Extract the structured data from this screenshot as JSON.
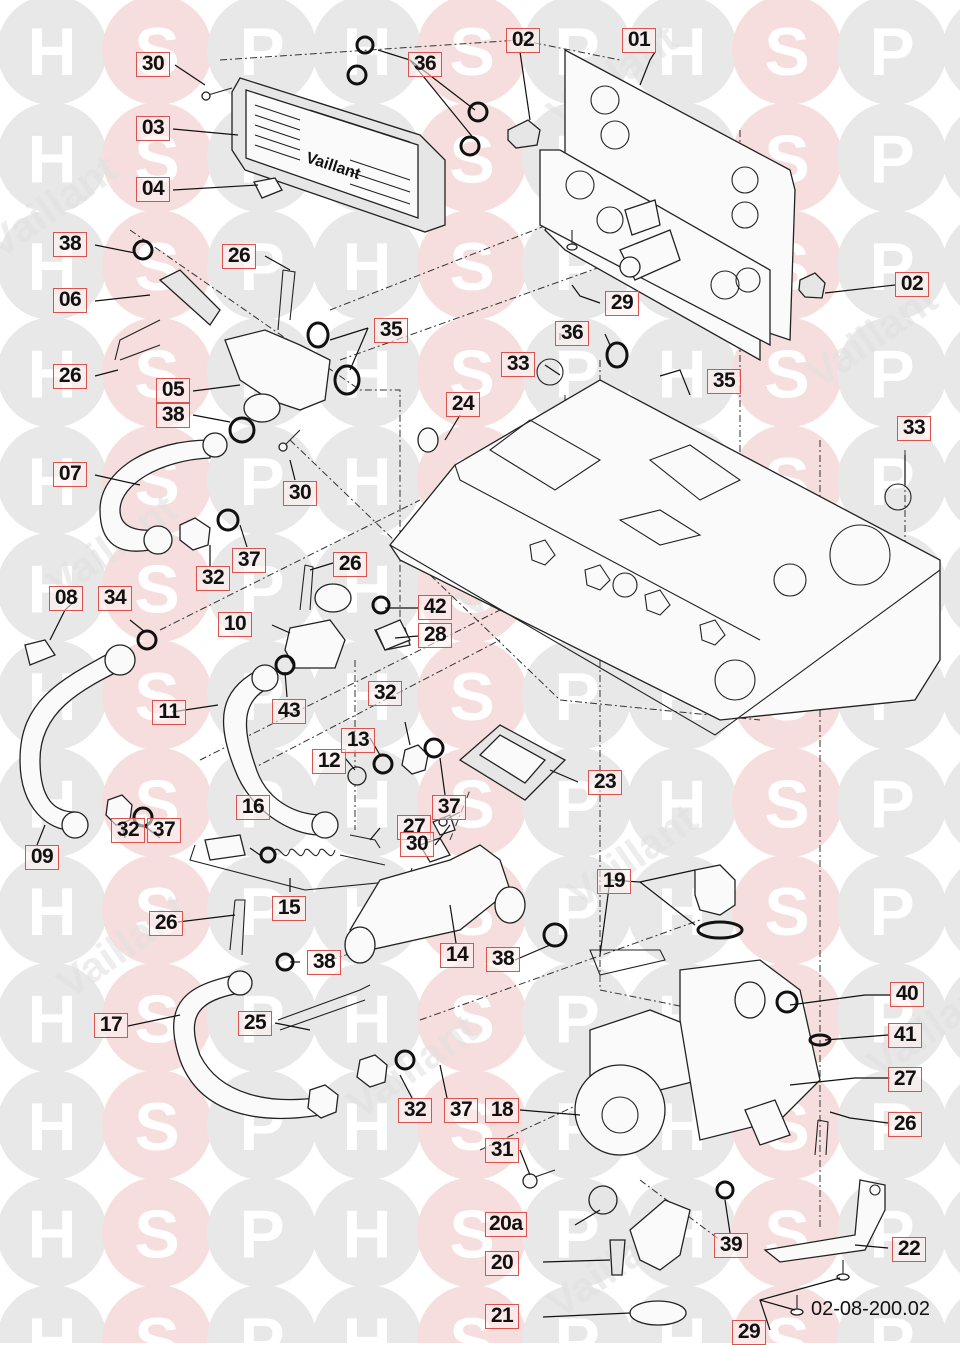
{
  "diagram": {
    "title": "Exploded parts diagram - hydraulic assembly",
    "brand_on_part": "Vaillant",
    "drawing_reference": "02-08-200.02",
    "watermark": {
      "letters": [
        "H",
        "S",
        "P"
      ],
      "brand_text": "Vaillant",
      "colors": {
        "H": "#e8e8e8",
        "S": "#f6dede",
        "P": "#e8e8e8"
      }
    },
    "callout_border_color": "#d9534f",
    "callouts": [
      {
        "id": "c01",
        "label": "01"
      },
      {
        "id": "c02a",
        "label": "02"
      },
      {
        "id": "c02b",
        "label": "02"
      },
      {
        "id": "c03",
        "label": "03"
      },
      {
        "id": "c04",
        "label": "04"
      },
      {
        "id": "c05",
        "label": "05"
      },
      {
        "id": "c06",
        "label": "06"
      },
      {
        "id": "c07",
        "label": "07"
      },
      {
        "id": "c08",
        "label": "08"
      },
      {
        "id": "c09",
        "label": "09"
      },
      {
        "id": "c10",
        "label": "10"
      },
      {
        "id": "c11",
        "label": "11"
      },
      {
        "id": "c12",
        "label": "12"
      },
      {
        "id": "c13",
        "label": "13"
      },
      {
        "id": "c14",
        "label": "14"
      },
      {
        "id": "c15",
        "label": "15"
      },
      {
        "id": "c16",
        "label": "16"
      },
      {
        "id": "c17",
        "label": "17"
      },
      {
        "id": "c18",
        "label": "18"
      },
      {
        "id": "c19",
        "label": "19"
      },
      {
        "id": "c20",
        "label": "20"
      },
      {
        "id": "c20a",
        "label": "20a"
      },
      {
        "id": "c21",
        "label": "21"
      },
      {
        "id": "c22",
        "label": "22"
      },
      {
        "id": "c23",
        "label": "23"
      },
      {
        "id": "c24",
        "label": "24"
      },
      {
        "id": "c25",
        "label": "25"
      },
      {
        "id": "c26a",
        "label": "26"
      },
      {
        "id": "c26b",
        "label": "26"
      },
      {
        "id": "c26c",
        "label": "26"
      },
      {
        "id": "c26d",
        "label": "26"
      },
      {
        "id": "c26e",
        "label": "26"
      },
      {
        "id": "c27a",
        "label": "27"
      },
      {
        "id": "c27b",
        "label": "27"
      },
      {
        "id": "c28",
        "label": "28"
      },
      {
        "id": "c29a",
        "label": "29"
      },
      {
        "id": "c29b",
        "label": "29"
      },
      {
        "id": "c30a",
        "label": "30"
      },
      {
        "id": "c30b",
        "label": "30"
      },
      {
        "id": "c30c",
        "label": "30"
      },
      {
        "id": "c31",
        "label": "31"
      },
      {
        "id": "c32a",
        "label": "32"
      },
      {
        "id": "c32b",
        "label": "32"
      },
      {
        "id": "c32c",
        "label": "32"
      },
      {
        "id": "c32d",
        "label": "32"
      },
      {
        "id": "c33a",
        "label": "33"
      },
      {
        "id": "c33b",
        "label": "33"
      },
      {
        "id": "c34",
        "label": "34"
      },
      {
        "id": "c35a",
        "label": "35"
      },
      {
        "id": "c35b",
        "label": "35"
      },
      {
        "id": "c36a",
        "label": "36"
      },
      {
        "id": "c36b",
        "label": "36"
      },
      {
        "id": "c37a",
        "label": "37"
      },
      {
        "id": "c37b",
        "label": "37"
      },
      {
        "id": "c37c",
        "label": "37"
      },
      {
        "id": "c37d",
        "label": "37"
      },
      {
        "id": "c38a",
        "label": "38"
      },
      {
        "id": "c38b",
        "label": "38"
      },
      {
        "id": "c38c",
        "label": "38"
      },
      {
        "id": "c38d",
        "label": "38"
      },
      {
        "id": "c39",
        "label": "39"
      },
      {
        "id": "c40",
        "label": "40"
      },
      {
        "id": "c41",
        "label": "41"
      },
      {
        "id": "c42",
        "label": "42"
      },
      {
        "id": "c43",
        "label": "43"
      }
    ]
  }
}
